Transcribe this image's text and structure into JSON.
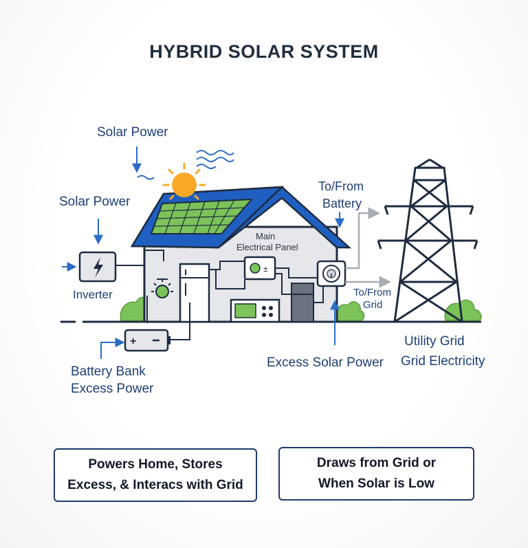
{
  "title": "HYBRID SOLAR SYSTEM",
  "labels": {
    "solar_power_top": "Solar Power",
    "solar_power_left": "Solar Power",
    "inverter": "Inverter",
    "main_panel_line1": "Main",
    "main_panel_line2": "Electrical Panel",
    "to_from_battery_line1": "To/From",
    "to_from_battery_line2": "Battery",
    "to_from_grid_line1": "To/From",
    "to_from_grid_line2": "Grid",
    "battery_bank_line1": "Battery Bank",
    "battery_bank_line2": "Excess Power",
    "excess_solar_power": "Excess Solar Power",
    "utility_grid": "Utility Grid",
    "grid_electricity": "Grid Electricity"
  },
  "boxes": {
    "left_line1": "Powers Home, Stores",
    "left_line2": "Excess, & Interacs with Grid",
    "right_line1": "Draws from Grid or",
    "right_line2": "When Solar is Low"
  },
  "colors": {
    "roof_blue": "#1f5fbf",
    "panel_green": "#7cc35a",
    "sun_orange": "#f7a928",
    "line_navy": "#1e2b3f",
    "arrow_blue": "#2a6cc4",
    "bush_green": "#7cc35a"
  }
}
